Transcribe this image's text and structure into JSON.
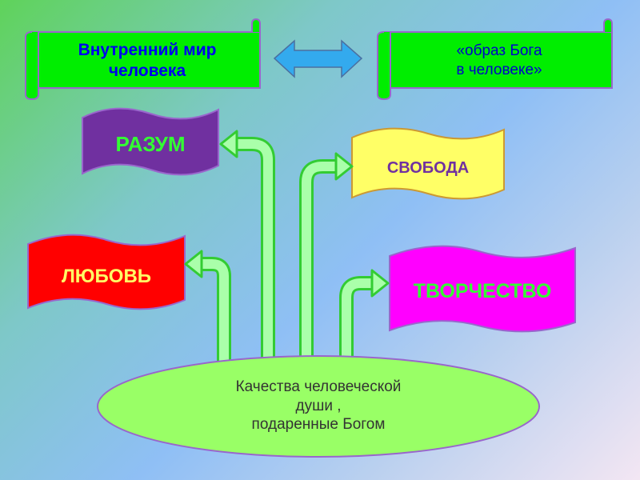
{
  "scroll_left": {
    "line1": "Внутренний мир",
    "line2": "человека"
  },
  "scroll_right": {
    "line1": "«образ Бога",
    "line2": "в человеке»"
  },
  "flags": {
    "razum": "РАЗУМ",
    "svoboda": "СВОБОДА",
    "lubov": "ЛЮБОВЬ",
    "tvorchestvo": "ТВОРЧЕСТВО"
  },
  "ellipse": {
    "line1": "Качества человеческой",
    "line2": "души ,",
    "line3": "подаренные Богом"
  },
  "colors": {
    "scroll": "#00ee00",
    "razum": "#7030a0",
    "svoboda": "#ffff66",
    "lubov": "#ff0000",
    "tvorchestvo": "#ff00ff",
    "ellipse": "#99ff66",
    "arrow": "#66ff66"
  }
}
